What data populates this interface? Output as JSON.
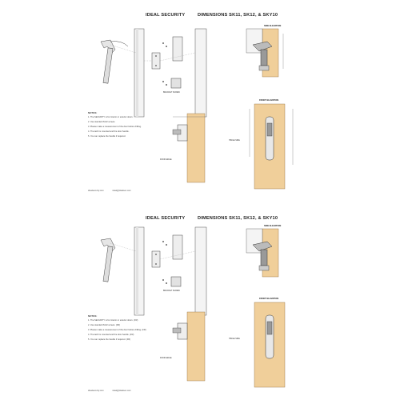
{
  "sheets": [
    {
      "brand": "IDEAL SECURITY",
      "heading": "DIMENSIONS SK11, SK12, & SKY10",
      "notes_title": "NOTES:",
      "notes": [
        "1. The SECURITY is for interior or exterior doors.",
        "2. Use standard 6x32 screws.",
        "3. Please make a measurement of the door before drilling.",
        "4. The latch is mounted and the door handle.",
        "5. You can replace the handle if required."
      ],
      "footer": [
        "idealsecurity.com",
        "ideal@idealsec.com"
      ],
      "labels": {
        "side_elev": "SIDE ELEVATION",
        "front_elev": "FRONT ELEVATION",
        "bracket_screw": "BRACKET SCREW",
        "hinge_side": "HINGE SIDE",
        "door_edge": "DOOR EDGE"
      }
    },
    {
      "brand": "IDEAL SECURITY",
      "heading": "DIMENSIONS SK11, SK12, & SKY10",
      "notes_title": "NOTES:",
      "notes": [
        "1. The SECURITY is for interior or exterior doors. (FR)",
        "2. Use standard 6x32 screws. (FR)",
        "3. Please make a measurement of the door before drilling. (FR)",
        "4. The latch is mounted and the door handle. (FR)",
        "5. You can replace the handle if required. (FR)"
      ],
      "footer": [
        "idealsecurity.com",
        "ideal@idealsec.com"
      ],
      "labels": {
        "side_elev": "SIDE ELEVATION",
        "front_elev": "FRONT ELEVATION",
        "bracket_screw": "BRACKET SCREW",
        "hinge_side": "HINGE SIDE",
        "door_edge": "DOOR EDGE"
      }
    }
  ]
}
